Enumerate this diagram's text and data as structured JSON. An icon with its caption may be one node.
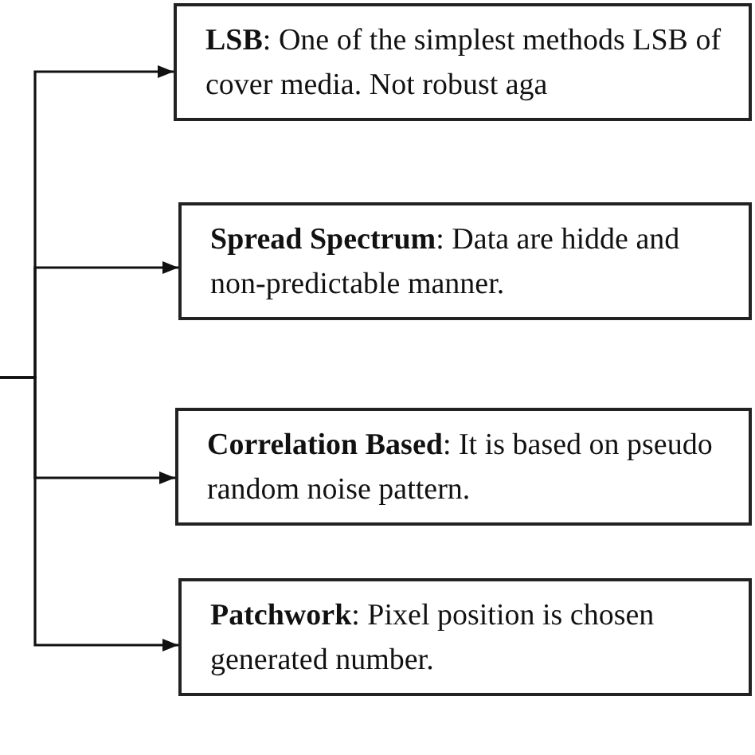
{
  "diagram": {
    "nodes": [
      {
        "text": [
          "**LSB**: One of the simplest methods LSB of cover media. Not robust aga"
        ]
      },
      {
        "text": [
          "**Spread Spectrum**: Data are hidde and non-predictable manner."
        ]
      },
      {
        "text": [
          "**Correlation Based**: It is based on pseudo random noise pattern."
        ]
      },
      {
        "text": [
          "**Patchwork**: Pixel position is chosen generated number."
        ]
      }
    ],
    "edges": [
      {
        "from": null,
        "to": 0,
        "arrow": "to"
      },
      {
        "from": null,
        "to": 1,
        "arrow": "to"
      },
      {
        "from": null,
        "to": 2,
        "arrow": "to"
      },
      {
        "from": null,
        "to": 3,
        "arrow": "to"
      }
    ]
  }
}
